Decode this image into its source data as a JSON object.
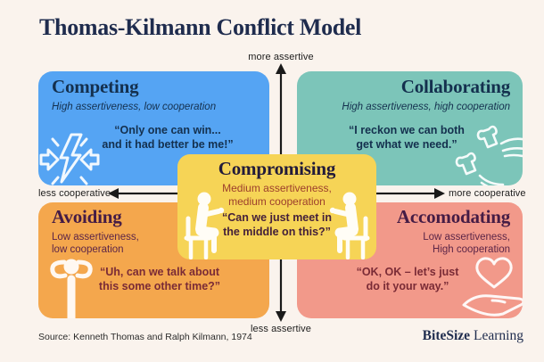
{
  "page": {
    "title": "Thomas-Kilmann Conflict Model",
    "source": "Source: Kenneth Thomas and Ralph Kilmann, 1974",
    "logo": {
      "bold": "BiteSize",
      "regular": "Learning"
    }
  },
  "axes": {
    "top": "more assertive",
    "bottom": "less assertive",
    "left": "less cooperative",
    "right": "more cooperative"
  },
  "colors": {
    "background": "#faf3ed",
    "competing": "#55a4f3",
    "collaborating": "#7cc5b9",
    "avoiding": "#f4a74d",
    "accomodating": "#f2998a",
    "compromising": "#f6d456",
    "navy_text": "#14304e",
    "plum_text": "#451c45",
    "maroon_quote": "#7a2b36",
    "arrow": "#1a1a1a"
  },
  "quadrants": {
    "competing": {
      "title": "Competing",
      "subtitle": "High assertiveness, low cooperation",
      "quote1": "“Only one can win...",
      "quote2": "and it had better be me!”",
      "icon": "clash-lightning-icon"
    },
    "collaborating": {
      "title": "Collaborating",
      "subtitle": "High assertiveness, high cooperation",
      "quote1": "“I reckon we can both",
      "quote2": "get what we need.”",
      "icon": "puzzle-hands-icon"
    },
    "compromising": {
      "title": "Compromising",
      "subtitle1": "Medium assertiveness,",
      "subtitle2": "medium cooperation",
      "quote1": "“Can we just meet in",
      "quote2": "the middle on this?”",
      "icon": "seated-people-icon"
    },
    "avoiding": {
      "title": "Avoiding",
      "subtitle1": "Low assertiveness,",
      "subtitle2": "low cooperation",
      "quote1": "“Uh, can we talk about",
      "quote2": "this some other time?”",
      "icon": "relaxed-person-icon"
    },
    "accomodating": {
      "title": "Accomodating",
      "subtitle1": "Low assertiveness,",
      "subtitle2": "High cooperation",
      "quote1": "“OK, OK – let’s just",
      "quote2": "do it your way.”",
      "icon": "heart-in-hand-icon"
    }
  }
}
